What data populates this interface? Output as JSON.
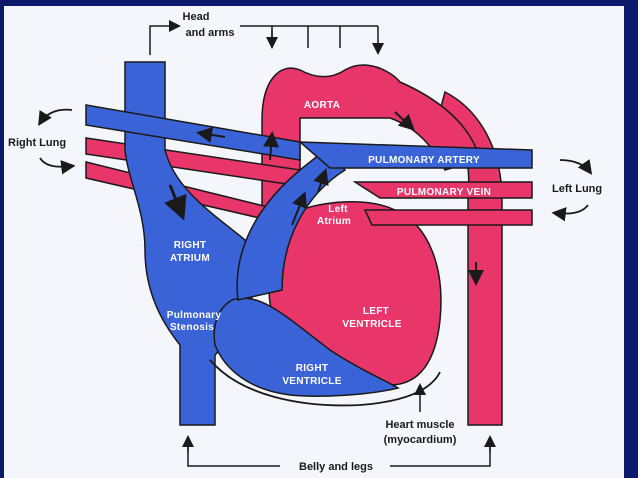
{
  "colors": {
    "frame": "#0d1a6b",
    "canvas": "#f4f6fb",
    "oxygenated": "#e8356a",
    "deoxygenated": "#3a63d8",
    "outline": "#1a1a1a"
  },
  "labels": {
    "head_line1": "Head",
    "head_line2": "and arms",
    "right_lung": "Right Lung",
    "left_lung": "Left Lung",
    "aorta": "AORTA",
    "pulmonary_artery": "PULMONARY ARTERY",
    "pulmonary_vein": "PULMONARY VEIN",
    "left_atrium_line1": "Left",
    "left_atrium_line2": "Atrium",
    "right_atrium_line1": "RIGHT",
    "right_atrium_line2": "ATRIUM",
    "pulmonary_stenosis_line1": "Pulmonary",
    "pulmonary_stenosis_line2": "Stenosis",
    "left_ventricle_line1": "LEFT",
    "left_ventricle_line2": "VENTRICLE",
    "right_ventricle_line1": "RIGHT",
    "right_ventricle_line2": "VENTRICLE",
    "heart_muscle_line1": "Heart muscle",
    "heart_muscle_line2": "(myocardium)",
    "belly_legs": "Belly and legs"
  }
}
